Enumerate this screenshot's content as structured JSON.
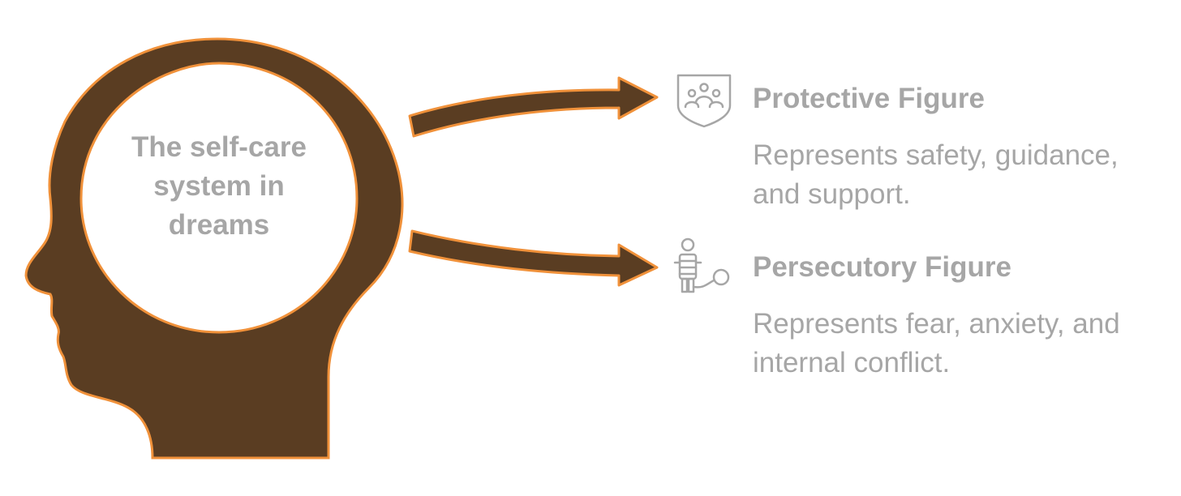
{
  "center": {
    "label_lines": [
      "The self-care",
      "system in",
      "dreams"
    ]
  },
  "items": [
    {
      "title": "Protective Figure",
      "description_lines": [
        "Represents safety, guidance,",
        "and support."
      ],
      "icon": "shield-people-icon"
    },
    {
      "title": "Persecutory Figure",
      "description_lines": [
        "Represents fear, anxiety, and",
        "internal conflict."
      ],
      "icon": "figure-chain-icon"
    }
  ],
  "colors": {
    "head_fill": "#5a3d22",
    "head_stroke": "#f0913a",
    "text": "#a6a6a6",
    "icon": "#a6a6a6"
  }
}
